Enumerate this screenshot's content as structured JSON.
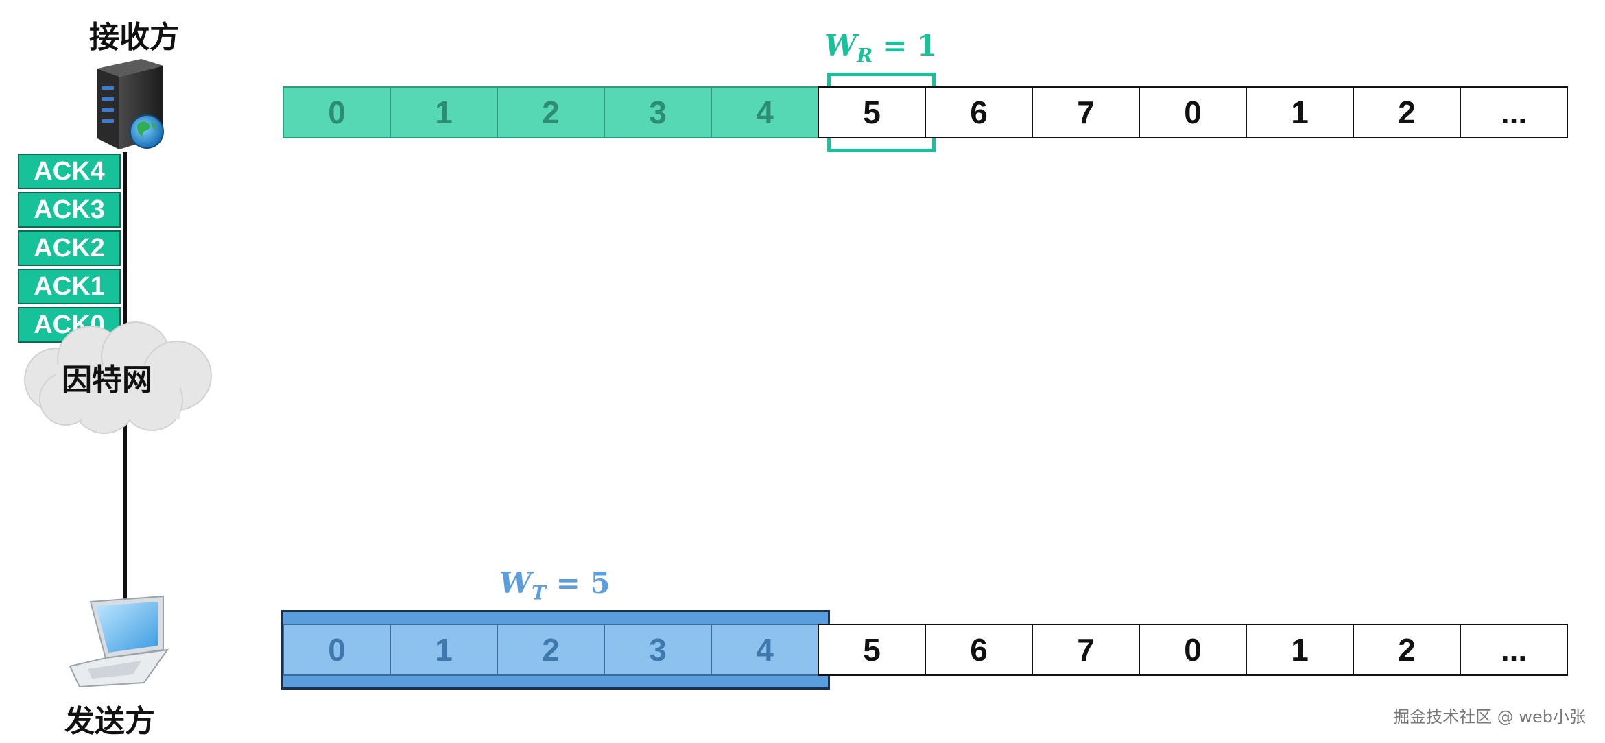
{
  "receiver": {
    "label": "接收方"
  },
  "sender": {
    "label": "发送方"
  },
  "network": {
    "label": "因特网"
  },
  "acks": [
    "ACK4",
    "ACK3",
    "ACK2",
    "ACK1",
    "ACK0"
  ],
  "receive_window": {
    "label_base": "W",
    "label_sub": "R",
    "label_rest": " = 1",
    "color": "#17c29a"
  },
  "send_window": {
    "label_base": "W",
    "label_sub": "T",
    "label_rest": " = 5",
    "color": "#5a9ede"
  },
  "receiver_sequence": [
    "0",
    "1",
    "2",
    "3",
    "4",
    "5",
    "6",
    "7",
    "0",
    "1",
    "2",
    "..."
  ],
  "sender_sequence": [
    "0",
    "1",
    "2",
    "3",
    "4",
    "5",
    "6",
    "7",
    "0",
    "1",
    "2",
    "..."
  ],
  "watermark": "掘金技术社区 @ web小张"
}
